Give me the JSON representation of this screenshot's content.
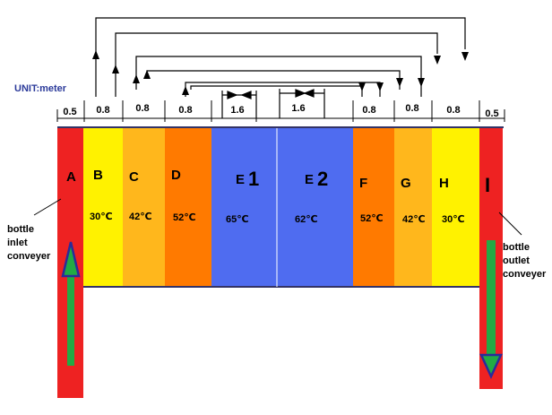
{
  "unit_label": "UNIT:meter",
  "dimensions": [
    "0.5",
    "0.8",
    "0.8",
    "0.8",
    "1.6",
    "1.6",
    "0.8",
    "0.8",
    "0.8",
    "0.5"
  ],
  "zones": [
    {
      "id": "A",
      "temp": "",
      "color": "#ee2222"
    },
    {
      "id": "B",
      "temp": "30℃",
      "color": "#fff200"
    },
    {
      "id": "C",
      "temp": "42℃",
      "color": "#ffb71c"
    },
    {
      "id": "D",
      "temp": "52℃",
      "color": "#ff7a00"
    },
    {
      "id": "E1",
      "letter": "E",
      "num": "1",
      "temp": "65℃",
      "color": "#4f6cf0"
    },
    {
      "id": "E2",
      "letter": "E",
      "num": "2",
      "temp": "62℃",
      "color": "#4f6cf0"
    },
    {
      "id": "F",
      "temp": "52℃",
      "color": "#ff7a00"
    },
    {
      "id": "G",
      "temp": "42℃",
      "color": "#ffb71c"
    },
    {
      "id": "H",
      "temp": "30℃",
      "color": "#fff200"
    },
    {
      "id": "I",
      "temp": "",
      "color": "#ee2222"
    }
  ],
  "inlet_label": [
    "bottle",
    "inlet",
    "conveyer"
  ],
  "outlet_label": [
    "bottle",
    "outlet",
    "conveyer"
  ],
  "colors": {
    "unit_text": "#2b3a9a",
    "arrow_fill": "#22aa44",
    "arrow_outline": "#2b2b9a",
    "frame": "#333366"
  }
}
